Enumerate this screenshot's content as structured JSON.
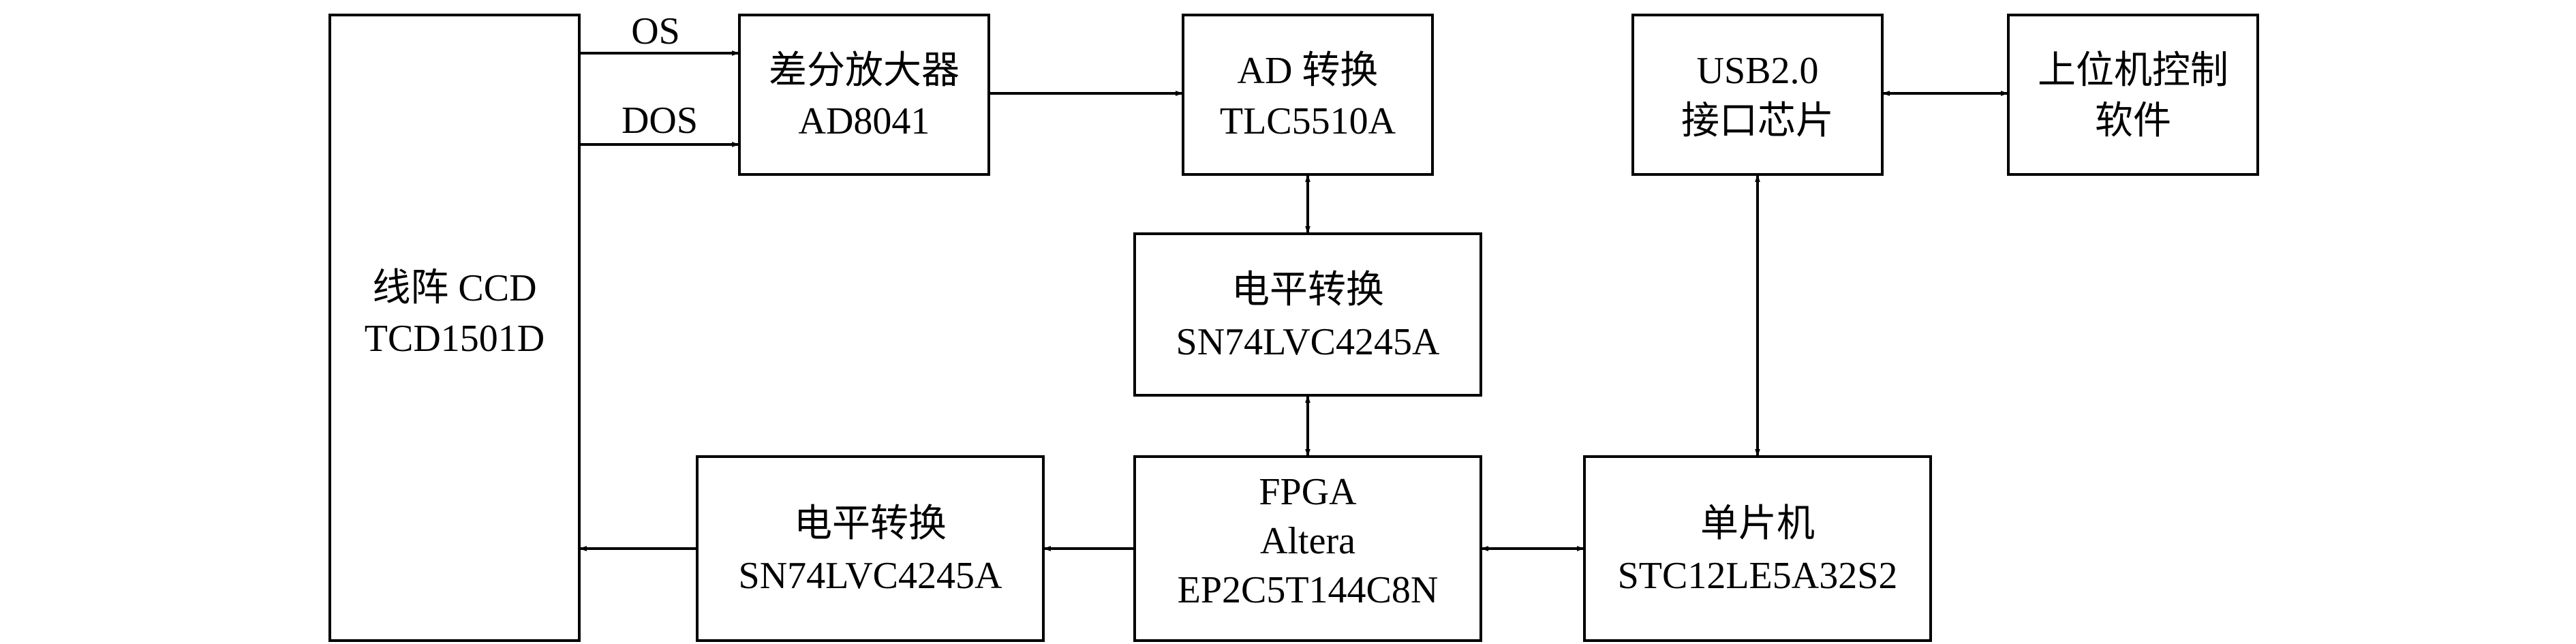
{
  "blocks": {
    "ccd": {
      "line1": "线阵 CCD",
      "line2": "TCD1501D"
    },
    "amp": {
      "line1": "差分放大器",
      "line2": "AD8041"
    },
    "adc": {
      "line1": "AD 转换",
      "line2": "TLC5510A"
    },
    "usb": {
      "line1": "USB2.0",
      "line2": "接口芯片"
    },
    "host": {
      "line1": "上位机控制",
      "line2": "软件"
    },
    "level_top": {
      "line1": "电平转换",
      "line2": "SN74LVC4245A"
    },
    "level_bottom": {
      "line1": "电平转换",
      "line2": "SN74LVC4245A"
    },
    "fpga": {
      "line1": "FPGA",
      "line2": "Altera",
      "line3": "EP2C5T144C8N"
    },
    "mcu": {
      "line1": "单片机",
      "line2": "STC12LE5A32S2"
    }
  },
  "signals": {
    "os": "OS",
    "dos": "DOS"
  }
}
